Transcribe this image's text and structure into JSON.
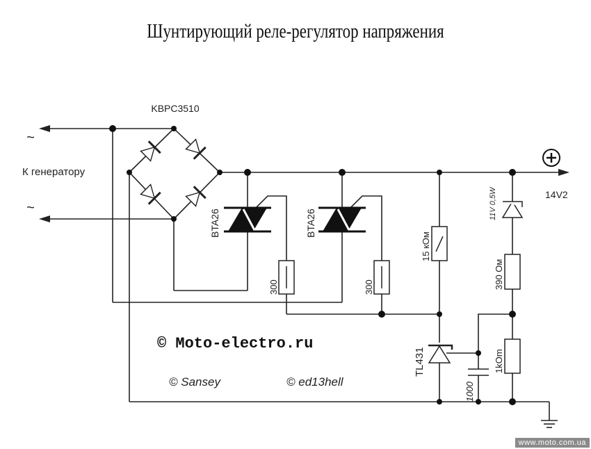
{
  "title": "Шунтирующий реле-регулятор напряжения",
  "labels": {
    "bridge": "KBPC3510",
    "generator": "К генератору",
    "ac_symbol": "~",
    "plus_symbol": "+",
    "output_voltage": "14V2",
    "triac1": "BTA26",
    "triac2": "BTA26",
    "r_gate1": "300",
    "r_gate2": "300",
    "r_trim": "15 кОм",
    "zener": "11V 0,5W",
    "r_series": "390 Ом",
    "tl431": "TL431",
    "capacitor": "1000",
    "r_low": "1kOm"
  },
  "credits": {
    "site": "© Moto-electro.ru",
    "author1": "© Sansey",
    "author2": "© ed13hell"
  },
  "watermark": "www.moto.com.ua"
}
